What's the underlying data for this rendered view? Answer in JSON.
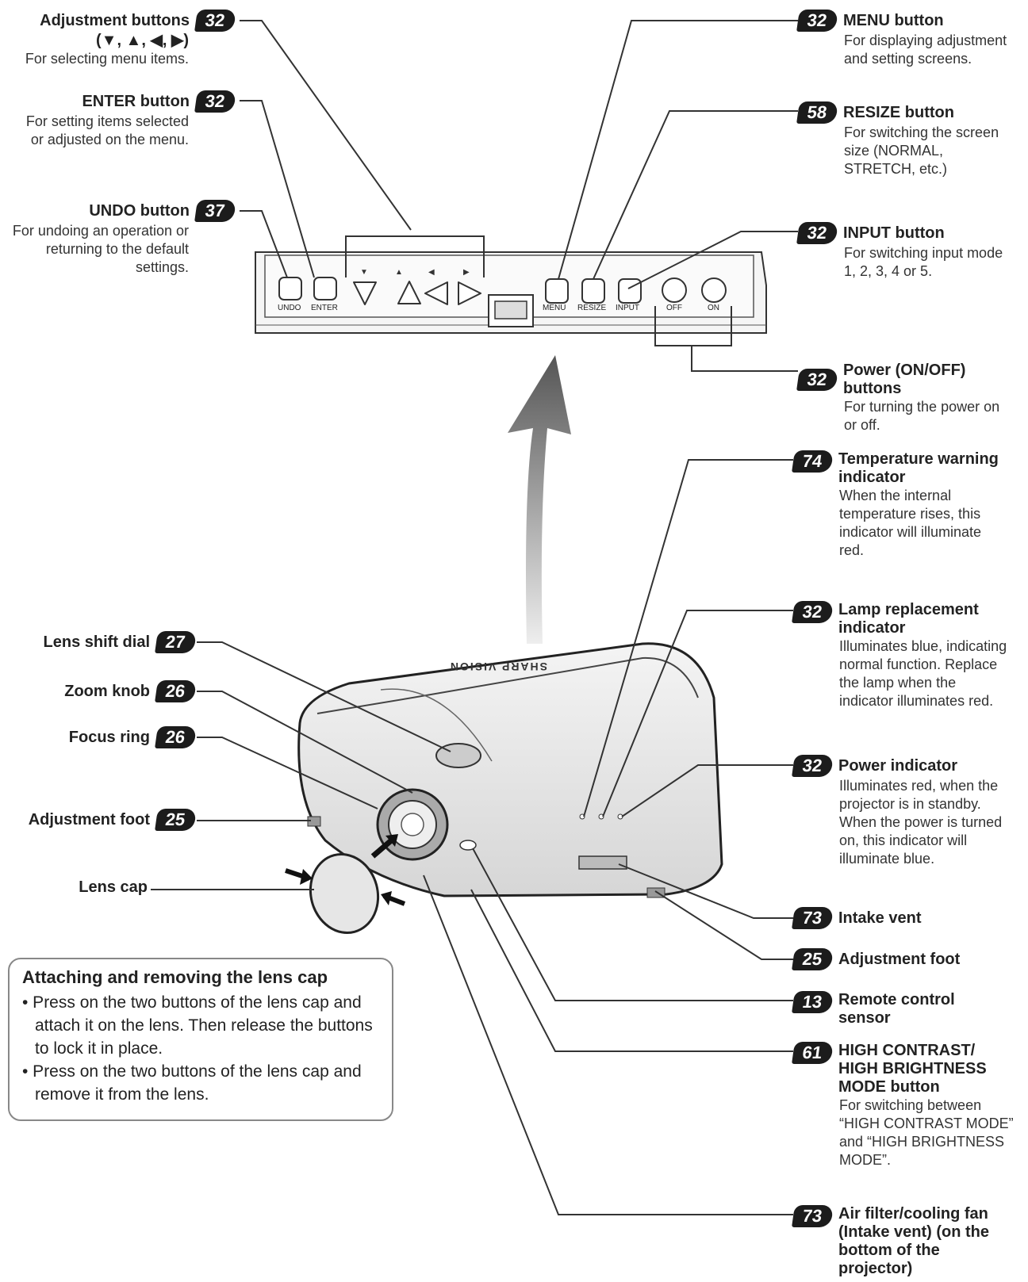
{
  "labels_left": [
    {
      "id": "adjustment-buttons",
      "badge": "32",
      "title": "Adjustment buttons",
      "extra": "(▼, ▲, ◀, ▶)",
      "desc": [
        "For selecting menu items."
      ]
    },
    {
      "id": "enter-button",
      "badge": "32",
      "title": "ENTER button",
      "desc": [
        "For setting items selected",
        "or adjusted on the menu."
      ]
    },
    {
      "id": "undo-button",
      "badge": "37",
      "title": "UNDO button",
      "desc": [
        "For undoing an operation or",
        "returning to the default",
        "settings."
      ]
    },
    {
      "id": "lens-shift-dial",
      "badge": "27",
      "title": "Lens shift dial",
      "desc": []
    },
    {
      "id": "zoom-knob",
      "badge": "26",
      "title": "Zoom knob",
      "desc": []
    },
    {
      "id": "focus-ring",
      "badge": "26",
      "title": "Focus ring",
      "desc": []
    },
    {
      "id": "adjustment-foot-left",
      "badge": "25",
      "title": "Adjustment foot",
      "desc": []
    },
    {
      "id": "lens-cap",
      "badge": "",
      "title": "Lens cap",
      "desc": []
    }
  ],
  "labels_right": [
    {
      "id": "menu-button",
      "badge": "32",
      "title": "MENU button",
      "desc": [
        "For displaying adjustment",
        "and setting screens."
      ]
    },
    {
      "id": "resize-button",
      "badge": "58",
      "title": "RESIZE button",
      "desc": [
        "For switching the screen",
        "size (NORMAL,",
        "STRETCH, etc.)"
      ]
    },
    {
      "id": "input-button",
      "badge": "32",
      "title": "INPUT button",
      "desc": [
        "For switching input mode",
        "1, 2, 3, 4 or 5."
      ]
    },
    {
      "id": "power-buttons",
      "badge": "32",
      "title": "Power (ON/OFF) buttons",
      "desc": [
        "For turning the power on",
        "or off."
      ]
    },
    {
      "id": "temp-indicator",
      "badge": "74",
      "title": "Temperature warning indicator",
      "desc": [
        "When the internal",
        "temperature rises, this",
        "indicator will illuminate",
        "red."
      ]
    },
    {
      "id": "lamp-indicator",
      "badge": "32",
      "title": "Lamp replacement indicator",
      "desc": [
        "Illuminates blue, indicating",
        "normal function. Replace",
        "the lamp when the",
        "indicator illuminates red."
      ]
    },
    {
      "id": "power-indicator",
      "badge": "32",
      "title": "Power indicator",
      "desc": [
        "Illuminates red, when the",
        "projector is in standby.",
        "When the power is turned",
        "on, this indicator will",
        "illuminate blue."
      ]
    },
    {
      "id": "intake-vent",
      "badge": "73",
      "title": "Intake vent",
      "desc": []
    },
    {
      "id": "adjustment-foot-right",
      "badge": "25",
      "title": "Adjustment foot",
      "desc": []
    },
    {
      "id": "remote-sensor",
      "badge": "13",
      "title": "Remote control sensor",
      "desc": []
    },
    {
      "id": "hc-hb-button",
      "badge": "61",
      "title": "HIGH CONTRAST/ HIGH BRIGHTNESS MODE button",
      "desc": [
        "For switching between",
        "“HIGH CONTRAST MODE”",
        "and “HIGH BRIGHTNESS",
        "MODE”."
      ]
    },
    {
      "id": "air-filter",
      "badge": "73",
      "title": "Air filter/cooling fan (Intake vent) (on the bottom of the projector)",
      "desc": []
    }
  ],
  "panel_labels": [
    "UNDO",
    "ENTER",
    "MENU",
    "RESIZE",
    "INPUT",
    "OFF",
    "ON"
  ],
  "brand": "SHARP VISION",
  "note": {
    "heading": "Attaching and removing the lens cap",
    "bullets": [
      "• Press on the two buttons of the lens cap and attach it on the lens. Then release the buttons to lock it in place.",
      "• Press on the two buttons of the lens cap and remove it from the lens."
    ]
  }
}
